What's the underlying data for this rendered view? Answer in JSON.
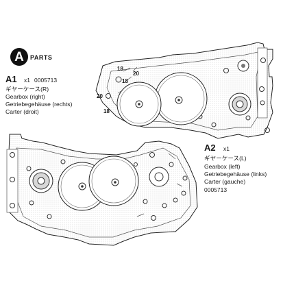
{
  "section": {
    "letter": "A",
    "title": "PARTS"
  },
  "parts": [
    {
      "id": "A1",
      "qty": "x1",
      "code": "0005713",
      "names": [
        "ギヤーケース(R)",
        "Gearbox (right)",
        "Getriebegehäuse (rechts)",
        "Carter (droit)"
      ]
    },
    {
      "id": "A2",
      "qty": "x1",
      "code": "0005713",
      "names": [
        "ギヤーケース(L)",
        "Gearbox (left)",
        "Getriebegehäuse (links)",
        "Carter (gauche)"
      ]
    }
  ],
  "callouts": [
    "18",
    "20",
    "18",
    "20",
    "18"
  ]
}
